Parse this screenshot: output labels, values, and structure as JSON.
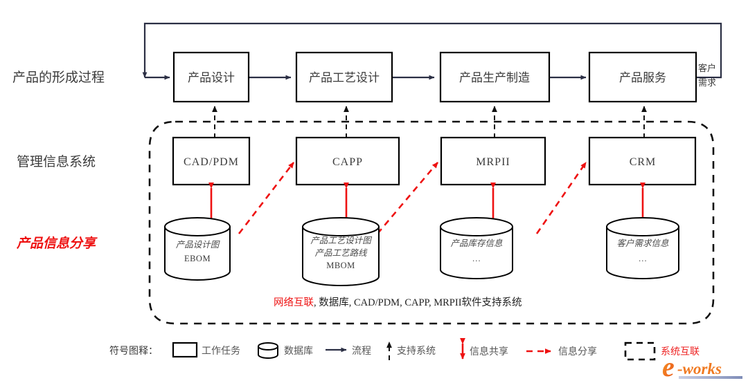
{
  "diagram": {
    "row_labels": [
      {
        "id": "formation-process",
        "text": "产品的形成过程",
        "color": "#3b3b3b"
      },
      {
        "id": "management-info-system",
        "text": "管理信息系统",
        "color": "#3b3b3b"
      },
      {
        "id": "product-info-sharing",
        "text": "产品信息分享",
        "color": "#ee1111"
      }
    ],
    "process_boxes": [
      {
        "id": "product-design",
        "label": "产品设计"
      },
      {
        "id": "product-process-design",
        "label": "产品工艺设计"
      },
      {
        "id": "product-manufacturing",
        "label": "产品生产制造"
      },
      {
        "id": "product-service",
        "label": "产品服务"
      }
    ],
    "feedback_label": {
      "line1": "客户",
      "line2": "需求"
    },
    "system_boxes": [
      {
        "id": "cad-pdm",
        "label": "CAD/PDM"
      },
      {
        "id": "capp",
        "label": "CAPP"
      },
      {
        "id": "mrpii",
        "label": "MRPII"
      },
      {
        "id": "crm",
        "label": "CRM"
      }
    ],
    "databases": [
      {
        "id": "db-ebom",
        "lines": [
          "产品设计图",
          "EBOM"
        ],
        "styles": [
          "cn",
          "en"
        ]
      },
      {
        "id": "db-mbom",
        "lines": [
          "产品工艺设计图",
          "产品工艺路线",
          "MBOM"
        ],
        "styles": [
          "cn",
          "cn",
          "en"
        ]
      },
      {
        "id": "db-inventory",
        "lines": [
          "产品库存信息",
          "…"
        ],
        "styles": [
          "cn",
          "cn"
        ]
      },
      {
        "id": "db-customer",
        "lines": [
          "客户需求信息",
          "…"
        ],
        "styles": [
          "cn",
          "cn"
        ]
      }
    ],
    "support_line": {
      "highlight": "网络互联",
      "rest": ", 数据库, CAD/PDM, CAPP, MRPII软件支持系统",
      "highlight_color": "#ee1111",
      "rest_color": "#222222"
    },
    "legend": {
      "title": "符号图释：",
      "items": [
        {
          "id": "legend-work-task",
          "icon": "rectangle-icon",
          "label": "工作任务",
          "color": "#555555"
        },
        {
          "id": "legend-database",
          "icon": "cylinder-icon",
          "label": "数据库",
          "color": "#555555"
        },
        {
          "id": "legend-flow",
          "icon": "arrow-right-icon",
          "label": "流程",
          "color": "#555555"
        },
        {
          "id": "legend-support-system",
          "icon": "dashed-arrow-up-icon",
          "label": "支持系统",
          "color": "#555555"
        },
        {
          "id": "legend-info-share-bi",
          "icon": "red-double-arrow-icon",
          "label": "信息共享",
          "color": "#555555"
        },
        {
          "id": "legend-info-share-dashed",
          "icon": "red-dashed-arrow-icon",
          "label": "信息分享",
          "color": "#555555"
        },
        {
          "id": "legend-system-interconnect",
          "icon": "dashed-box-icon",
          "label": "系统互联",
          "color": "#ee2222"
        }
      ]
    },
    "watermark": {
      "id": "eworks-logo",
      "text_e": "e",
      "text_rest": "-works"
    }
  }
}
